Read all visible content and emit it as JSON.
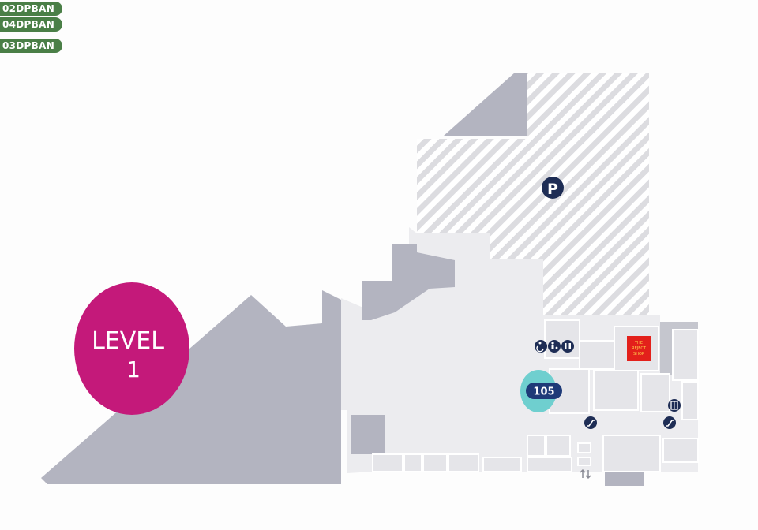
{
  "tags": [
    "02DPBAN",
    "04DPBAN",
    "03DPBAN"
  ],
  "level": {
    "label": "LEVEL",
    "number": "1",
    "color": "#c4197a"
  },
  "parking": {
    "symbol": "P"
  },
  "store": {
    "number": "105"
  },
  "shop": {
    "label_line1": "THE",
    "label_line2": "REJECT",
    "label_line3": "SHOP"
  },
  "icons": [
    "accessible-toilet-icon",
    "parent-room-icon",
    "restroom-icon",
    "escalator-icon",
    "lift-icon",
    "up-down-arrows-icon"
  ],
  "colors": {
    "building": "#ececef",
    "dark_building": "#b3b4c0",
    "shop_red": "#e3201b",
    "icon_navy": "#1e2d55",
    "store_badge": "#1e3a78",
    "store_halo": "#6fcfcf"
  }
}
